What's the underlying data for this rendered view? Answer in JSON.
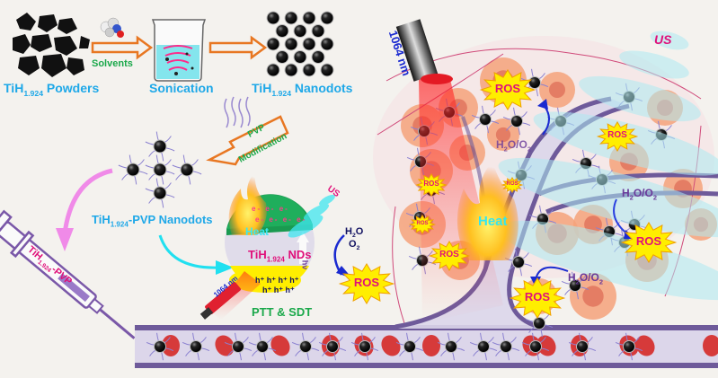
{
  "diagram": {
    "synthesis": {
      "powders_label": {
        "pre": "TiH",
        "sub": "1.924",
        "post": " Powders"
      },
      "solvents_label": "Solvents",
      "sonication_label": "Sonication",
      "nanodots_label": {
        "pre": "TiH",
        "sub": "1.924",
        "post": " Nanodots"
      }
    },
    "modification": {
      "line1": "PVP",
      "line2": "Modification",
      "pvp_nanodots_label": {
        "pre": "TiH",
        "sub": "1.924",
        "post": "-PVP Nanodots"
      }
    },
    "syringe": {
      "pre": "TiH",
      "sub": "1.924",
      "post": "-PVP"
    },
    "mechanism": {
      "heat": "Heat",
      "nds": {
        "pre": "TiH",
        "sub": "1.924",
        "post": " NDs"
      },
      "electrons": [
        "e-",
        "e-",
        "e-",
        "e-",
        "e-",
        "e-",
        "e-"
      ],
      "holes_row1": "h⁺  h⁺  h⁺  h⁺",
      "holes_row2": "h⁺  h⁺  h⁺",
      "hv": "hν",
      "us": "US",
      "laser": "1064 nm",
      "h2o": {
        "pre": "H",
        "sub": "2",
        "post": "O"
      },
      "o2": {
        "pre": "O",
        "sub": "2",
        "post": ""
      },
      "ros": "ROS",
      "therapy": "PTT & SDT"
    },
    "tumor": {
      "laser": "1064 nm",
      "us": "US",
      "heat": "Heat",
      "ros": "ROS",
      "h2o_o2": {
        "a": "H",
        "b": "2",
        "c": "O/O",
        "d": "2"
      }
    },
    "colors": {
      "label_blue": "#1ea8e8",
      "label_green": "#1aa84a",
      "magenta": "#e0107a",
      "arrow_orange": "#e87722",
      "vessel_purple": "#6e5a9a",
      "rbc_red": "#d63a3a",
      "ros_yellow": "#ffee00",
      "heat_cyan": "#33e6f0"
    }
  }
}
